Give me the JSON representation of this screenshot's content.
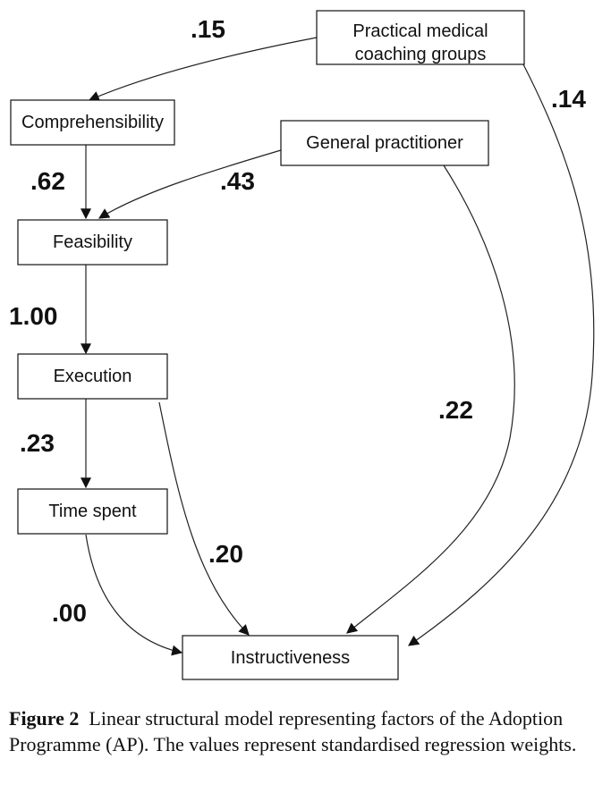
{
  "nodes": {
    "practical": [
      "Practical medical",
      "coaching groups"
    ],
    "comprehensibility": "Comprehensibility",
    "general": "General practitioner",
    "feasibility": "Feasibility",
    "execution": "Execution",
    "time_spent": "Time spent",
    "instructiveness": "Instructiveness"
  },
  "weights": {
    "practical_to_comprehensibility": ".15",
    "practical_to_instructiveness": ".14",
    "comprehensibility_to_feasibility": ".62",
    "general_to_feasibility": ".43",
    "feasibility_to_execution": "1.00",
    "general_to_instructiveness": ".22",
    "execution_to_time_spent": ".23",
    "execution_to_instructiveness": ".20",
    "time_spent_to_instructiveness": ".00"
  },
  "caption": {
    "label": "Figure 2",
    "text": "Linear structural model representing factors of the Adoption Programme (AP). The values represent standardised regression weights."
  }
}
